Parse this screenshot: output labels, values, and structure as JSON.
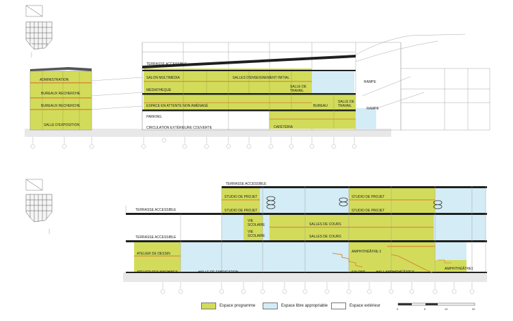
{
  "colors": {
    "programme": "#d2dc5a",
    "libre": "#d3ecf5",
    "exterieur": "#ffffff",
    "slab": "#1f1f1f",
    "orange": "#d88a3a",
    "ground": "#e8e8e8",
    "line": "#8a8a8a"
  },
  "section1": {
    "labels": {
      "administration": "ADMINISTRATION",
      "bureaux_recherche_1": "BUREAUX RECHERCHE",
      "bureaux_recherche_2": "BUREAUX RECHERCHE",
      "salle_exposition": "SALLE D'EXPOSITION",
      "terrasse": "TERRASSE ACCESSIBLE",
      "salon": "SALON MULTIMÉDIA",
      "salles_enseignement": "SALLES D'ENSEIGNEMENT INITIAL",
      "salle_travail_1": "SALLE DE",
      "salle_travail_1b": "TRAVAIL",
      "mediatheque": "MÉDIATHÈQUE",
      "espace_attente": "ESPACE EN ATTENTE NON AMÉNAGÉ",
      "bureau": "BUREAU",
      "salle_travail_2": "SALLE DE",
      "salle_travail_2b": "TRAVAIL",
      "parking": "PARKING",
      "circulation": "CIRCULATION EXTÉRIEURE COUVERTE",
      "cafeteria": "CAFÉTÉRIA",
      "rampe_1": "RAMPE",
      "rampe_2": "RAMPE"
    }
  },
  "section2": {
    "labels": {
      "terrasse_top": "TERRASSE ACCESSIBLE",
      "terrasse_mid": "TERRASSE ACCESSIBLE",
      "terrasse_low": "TERRASSE ACCESSIBLE",
      "studio_projet_1": "STUDIO DE PROJET",
      "studio_projet_2": "STUDIO DE PROJET",
      "studio_projet_3": "STUDIO DE PROJET",
      "studio_projet_4": "STUDIO DE PROJET",
      "vie_scolaire_1a": "VIE",
      "vie_scolaire_1b": "SCOLAIRE",
      "vie_scolaire_2a": "VIE",
      "vie_scolaire_2b": "SCOLAIRE",
      "salles_cours_1": "SALLES DE COURS",
      "salles_cours_2": "SALLES DE COURS",
      "amphi_2": "AMPHITHÉÂTRE 2",
      "amphi_1": "AMPHITHÉÂTRE1",
      "atelier_dessin": "ATELIER DE DESSIN",
      "atelier_machines": "ATELIER DES MACHINES",
      "halle": "HALLE DE FABRICATION",
      "salons": "SALONS",
      "hall_amphi": "HALL AMPHITHÉÂTRES"
    }
  },
  "legend": {
    "programme": "Espace programme",
    "libre": "Espace libre appropriable",
    "exterieur": "Espace extérieur"
  },
  "scale": {
    "ticks": [
      "0",
      "5",
      "10",
      "20"
    ]
  }
}
